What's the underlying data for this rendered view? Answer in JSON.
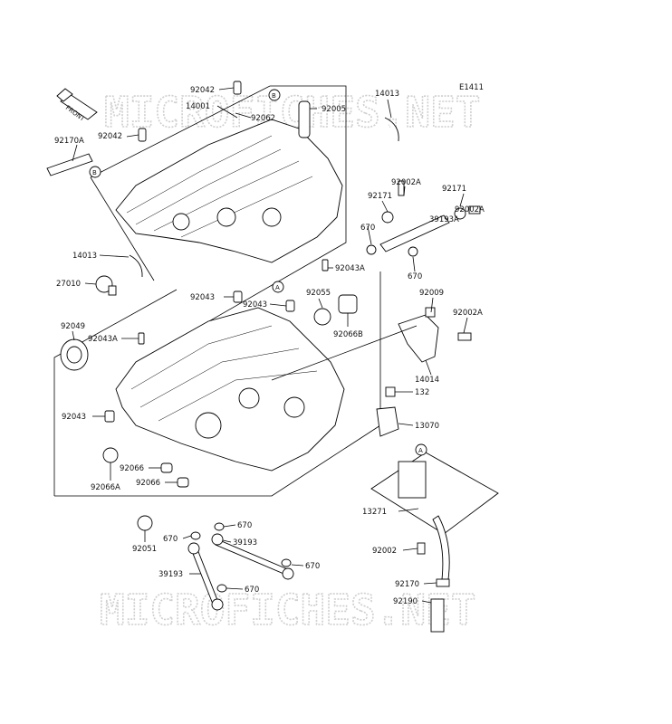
{
  "diagram_id": "E1411",
  "watermark": "MICROFICHES.NET",
  "direction_tag": "FRONT",
  "callouts": {
    "A": "A",
    "B": "B"
  },
  "labels": [
    {
      "id": "l1",
      "text": "92042"
    },
    {
      "id": "l2",
      "text": "14001"
    },
    {
      "id": "l3",
      "text": "92062"
    },
    {
      "id": "l4",
      "text": "92042"
    },
    {
      "id": "l5",
      "text": "92170A"
    },
    {
      "id": "l6",
      "text": "92005"
    },
    {
      "id": "l7",
      "text": "14013"
    },
    {
      "id": "l8",
      "text": "92002A"
    },
    {
      "id": "l9",
      "text": "92171"
    },
    {
      "id": "l10",
      "text": "92171"
    },
    {
      "id": "l11",
      "text": "670"
    },
    {
      "id": "l12",
      "text": "92002A"
    },
    {
      "id": "l13",
      "text": "39193A"
    },
    {
      "id": "l14",
      "text": "14013"
    },
    {
      "id": "l15",
      "text": "92043A"
    },
    {
      "id": "l16",
      "text": "670"
    },
    {
      "id": "l17",
      "text": "27010"
    },
    {
      "id": "l18",
      "text": "92043"
    },
    {
      "id": "l19",
      "text": "92043"
    },
    {
      "id": "l20",
      "text": "92055"
    },
    {
      "id": "l21",
      "text": "92009"
    },
    {
      "id": "l22",
      "text": "92049"
    },
    {
      "id": "l23",
      "text": "92043A"
    },
    {
      "id": "l24",
      "text": "92066B"
    },
    {
      "id": "l25",
      "text": "92002A"
    },
    {
      "id": "l26",
      "text": "14014"
    },
    {
      "id": "l27",
      "text": "132"
    },
    {
      "id": "l28",
      "text": "92043"
    },
    {
      "id": "l29",
      "text": "13070"
    },
    {
      "id": "l30",
      "text": "92066"
    },
    {
      "id": "l31",
      "text": "92066A"
    },
    {
      "id": "l32",
      "text": "92066"
    },
    {
      "id": "l33",
      "text": "13271"
    },
    {
      "id": "l34",
      "text": "670"
    },
    {
      "id": "l35",
      "text": "670"
    },
    {
      "id": "l36",
      "text": "39193"
    },
    {
      "id": "l37",
      "text": "92051"
    },
    {
      "id": "l38",
      "text": "92002"
    },
    {
      "id": "l39",
      "text": "670"
    },
    {
      "id": "l40",
      "text": "39193"
    },
    {
      "id": "l41",
      "text": "670"
    },
    {
      "id": "l42",
      "text": "92170"
    },
    {
      "id": "l43",
      "text": "92190"
    }
  ]
}
